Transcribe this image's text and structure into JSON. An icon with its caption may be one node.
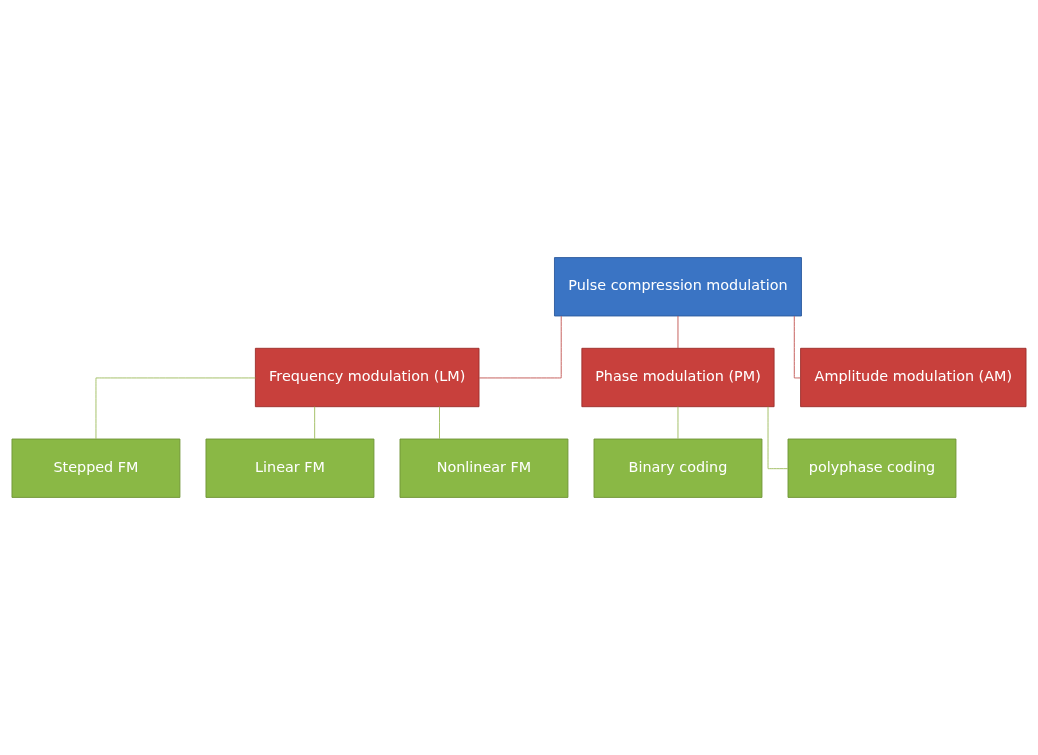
{
  "diagram": {
    "nodes": [
      {
        "text": [
          "Pulse compression modulation"
        ]
      },
      {
        "text": [
          "Frequency modulation (LM)"
        ]
      },
      {
        "text": [
          "Phase modulation (PM)"
        ]
      },
      {
        "text": [
          "Amplitude modulation (AM)"
        ]
      },
      {
        "text": [
          "Stepped FM"
        ]
      },
      {
        "text": [
          "Linear FM"
        ]
      },
      {
        "text": [
          "Nonlinear FM"
        ]
      },
      {
        "text": [
          "Binary coding"
        ]
      },
      {
        "text": [
          "polyphase coding"
        ]
      }
    ],
    "edges": [
      {
        "from": 0,
        "to": 1,
        "arrow": "none",
        "color": "#c0504d"
      },
      {
        "from": 0,
        "to": 2,
        "arrow": "none",
        "color": "#c0504d"
      },
      {
        "from": 0,
        "to": 3,
        "arrow": "none",
        "color": "#c0504d"
      },
      {
        "from": 1,
        "to": 4,
        "arrow": "none",
        "color": "#9bbb59"
      },
      {
        "from": 1,
        "to": 5,
        "arrow": "none",
        "color": "#9bbb59"
      },
      {
        "from": 1,
        "to": 6,
        "arrow": "none",
        "color": "#9bbb59"
      },
      {
        "from": 2,
        "to": 7,
        "arrow": "none",
        "color": "#9bbb59"
      },
      {
        "from": 2,
        "to": 8,
        "arrow": "none",
        "color": "#9bbb59"
      }
    ]
  }
}
